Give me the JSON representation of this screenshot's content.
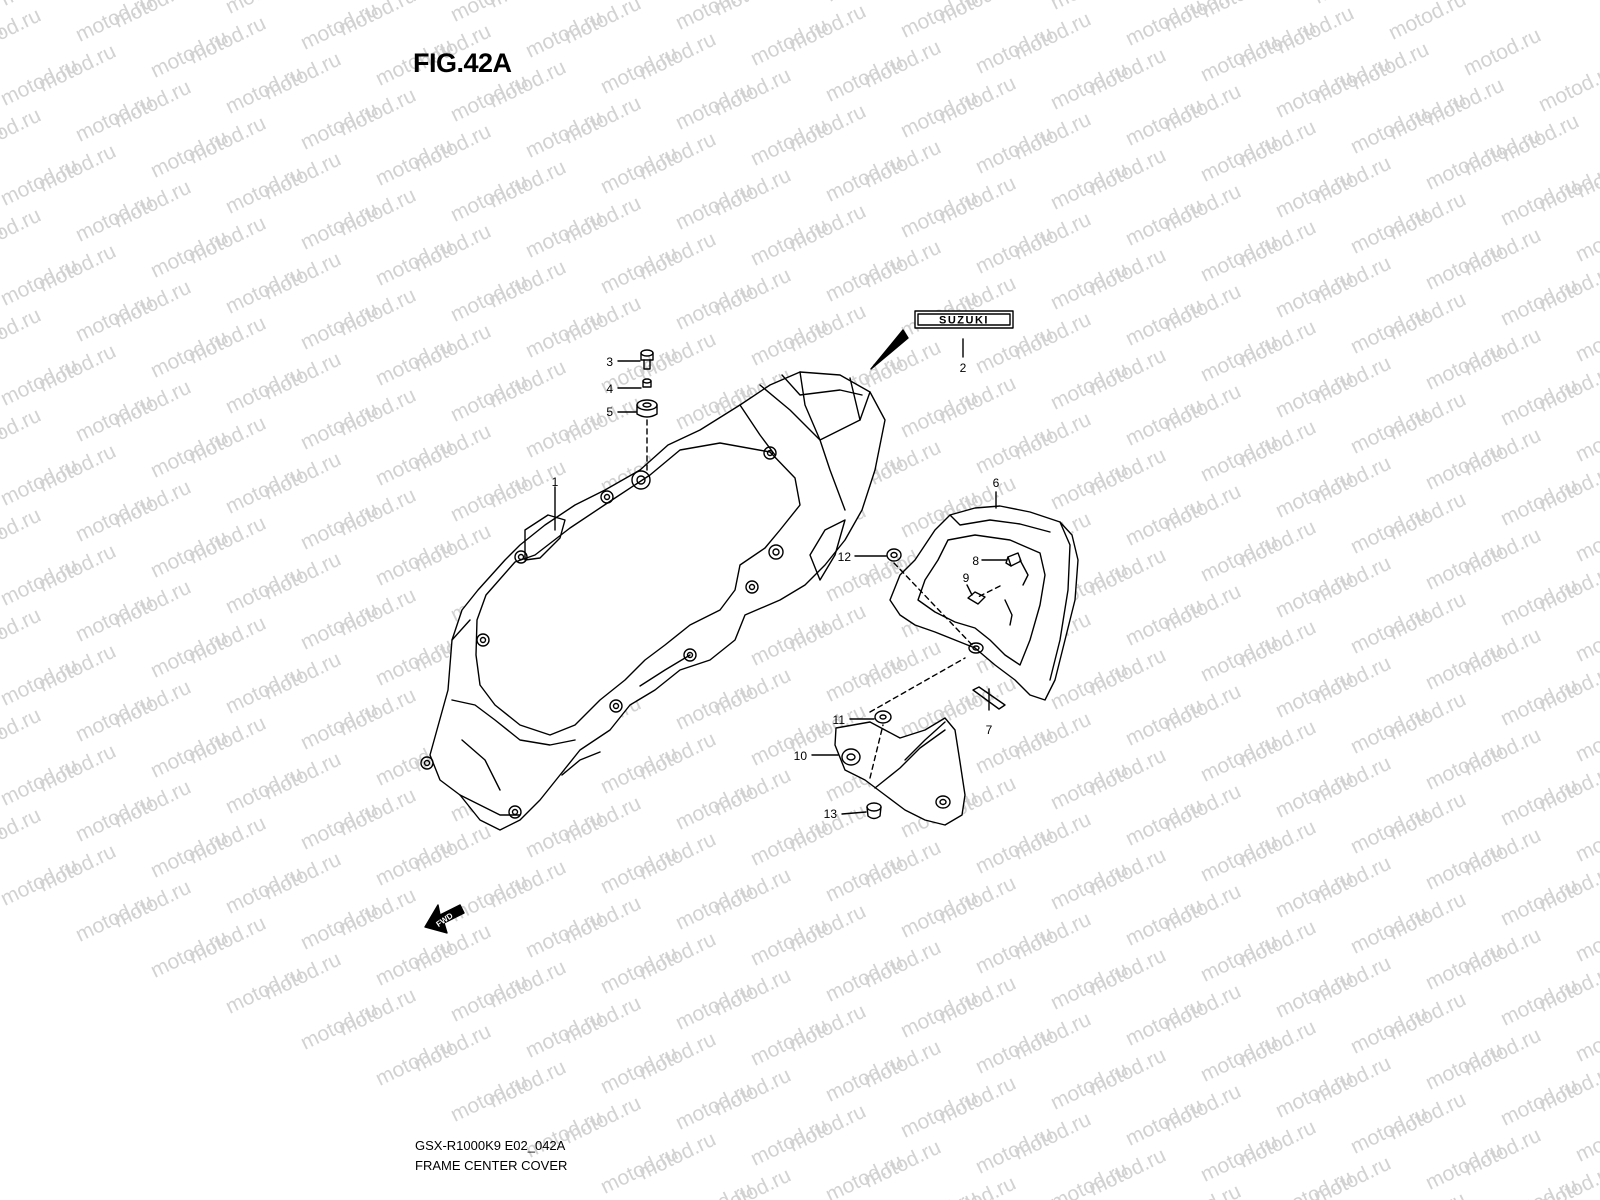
{
  "figure": {
    "title": "FIG.42A",
    "code": "GSX-R1000K9 E02_042A",
    "name": "FRAME CENTER COVER"
  },
  "watermark": {
    "text": "motod.ru",
    "color": "#d2d2d2"
  },
  "emblem": {
    "text": "SUZUKI"
  },
  "direction_marker": {
    "text": "FWD"
  },
  "callouts": [
    "1",
    "2",
    "3",
    "4",
    "5",
    "6",
    "7",
    "8",
    "9",
    "10",
    "11",
    "12",
    "13"
  ],
  "colors": {
    "line": "#000000",
    "background": "#ffffff"
  }
}
